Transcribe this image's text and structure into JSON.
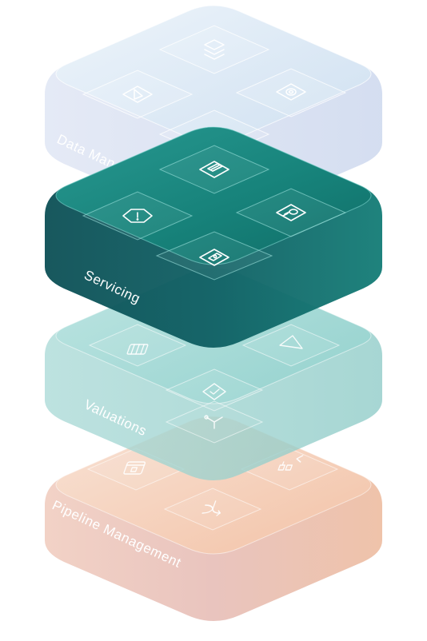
{
  "diagram": {
    "layers": [
      {
        "id": "pipeline",
        "label": "Pipeline Management",
        "icons": [
          "folder-icon",
          "shuffle-icon",
          "workflow-icon"
        ]
      },
      {
        "id": "valuations",
        "label": "Valuations",
        "icons": [
          "calculator-icon",
          "checkmark-badge-icon",
          "triangle-icon",
          "branch-icon"
        ]
      },
      {
        "id": "data",
        "label": "Data Management",
        "icons": [
          "stack-icon",
          "play-triangle-icon",
          "gear-icon",
          "flask-icon"
        ]
      },
      {
        "id": "servicing",
        "label": "Servicing",
        "icons": [
          "alert-octagon-icon",
          "document-icon",
          "profile-card-icon",
          "id-card-icon"
        ]
      }
    ],
    "colors": {
      "pipeline": "#f4c6ae",
      "valuations": "#9ad7d4",
      "data": "#d6e6f4",
      "servicing": "#16776f"
    }
  }
}
